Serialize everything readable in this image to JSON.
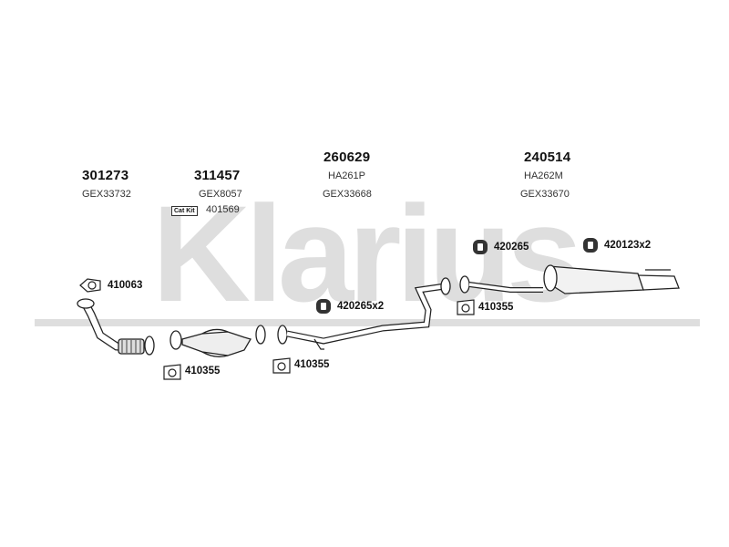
{
  "watermark": {
    "text": "Klarius",
    "color": "#d9d9d9"
  },
  "assemblies": [
    {
      "part_number": "301273",
      "refs": [
        "GEX33732"
      ]
    },
    {
      "part_number": "311457",
      "refs": [
        "GEX8057"
      ]
    },
    {
      "part_number": "260629",
      "refs": [
        "HA261P",
        "GEX33668"
      ]
    },
    {
      "part_number": "240514",
      "refs": [
        "HA262M",
        "GEX33670"
      ]
    }
  ],
  "cat_kit": {
    "badge": "Cat Kit",
    "part": "401569"
  },
  "fittings": [
    {
      "label": "410063",
      "icon": "gasket-icon"
    },
    {
      "label": "410355",
      "icon": "gasket-icon"
    },
    {
      "label": "410355",
      "icon": "gasket-icon"
    },
    {
      "label": "420265x2",
      "icon": "rubber-mount-icon"
    },
    {
      "label": "420265",
      "icon": "rubber-mount-icon"
    },
    {
      "label": "410355",
      "icon": "gasket-icon"
    },
    {
      "label": "420123x2",
      "icon": "rubber-mount-icon"
    }
  ]
}
